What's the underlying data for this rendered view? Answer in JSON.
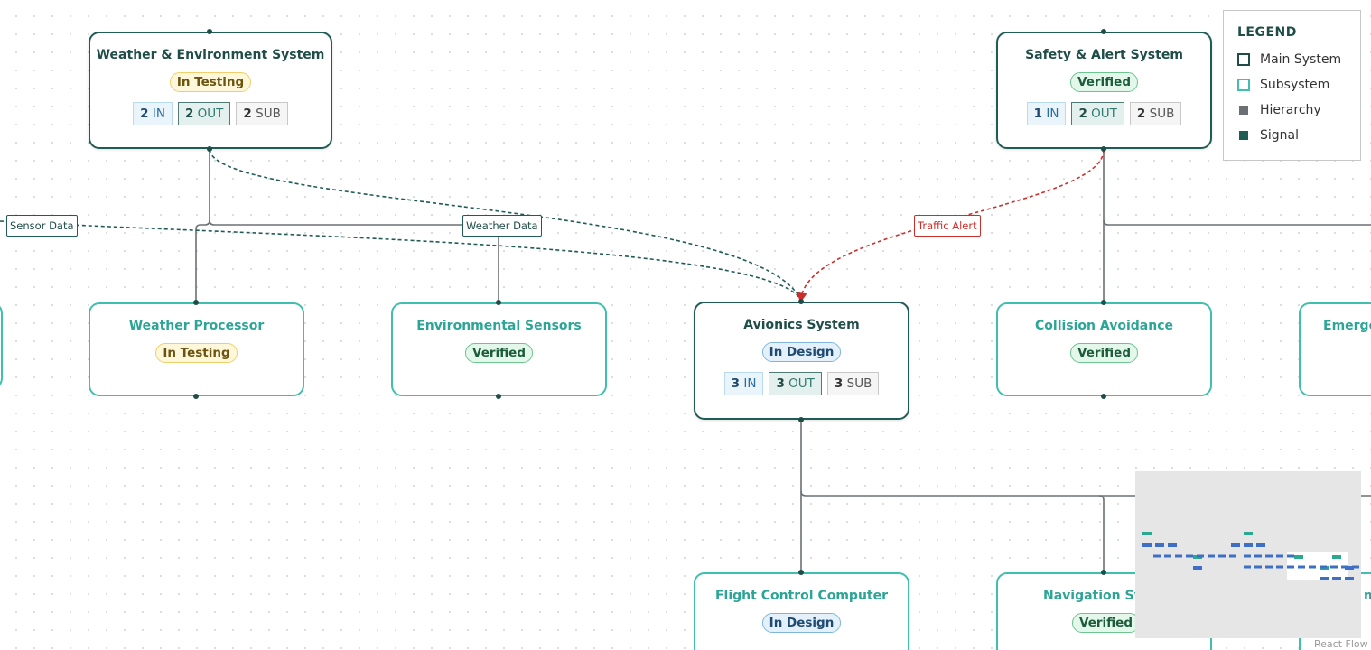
{
  "nodes": {
    "weather_env": {
      "title": "Weather & Environment System",
      "status": "In Testing",
      "in_count": "2",
      "out_count": "2",
      "sub_count": "2"
    },
    "safety_alert": {
      "title": "Safety & Alert System",
      "status": "Verified",
      "in_count": "1",
      "out_count": "2",
      "sub_count": "2"
    },
    "weather_processor": {
      "title": "Weather Processor",
      "status": "In Testing"
    },
    "env_sensors": {
      "title": "Environmental Sensors",
      "status": "Verified"
    },
    "avionics": {
      "title": "Avionics System",
      "status": "In Design",
      "in_count": "3",
      "out_count": "3",
      "sub_count": "3"
    },
    "collision": {
      "title": "Collision Avoidance",
      "status": "Verified"
    },
    "emergency": {
      "title": "Emerge"
    },
    "flight_control": {
      "title": "Flight Control Computer",
      "status": "In Design"
    },
    "navigation": {
      "title": "Navigation Sys",
      "status": "Verified"
    },
    "partial_right": {
      "title": "m"
    }
  },
  "count_labels": {
    "in": "IN",
    "out": "OUT",
    "sub": "SUB"
  },
  "edge_labels": {
    "sensor_data": "Sensor Data",
    "weather_data": "Weather Data",
    "traffic_alert": "Traffic Alert"
  },
  "legend": {
    "title": "LEGEND",
    "items": [
      "Main System",
      "Subsystem",
      "Hierarchy",
      "Signal"
    ]
  },
  "colors": {
    "main_border": "#1f5c55",
    "sub_border": "#3fbfae",
    "hierarchy_edge": "#6b7075",
    "signal_edge": "#1f5c55",
    "alert_edge": "#c9302c"
  },
  "attribution": "React Flow"
}
